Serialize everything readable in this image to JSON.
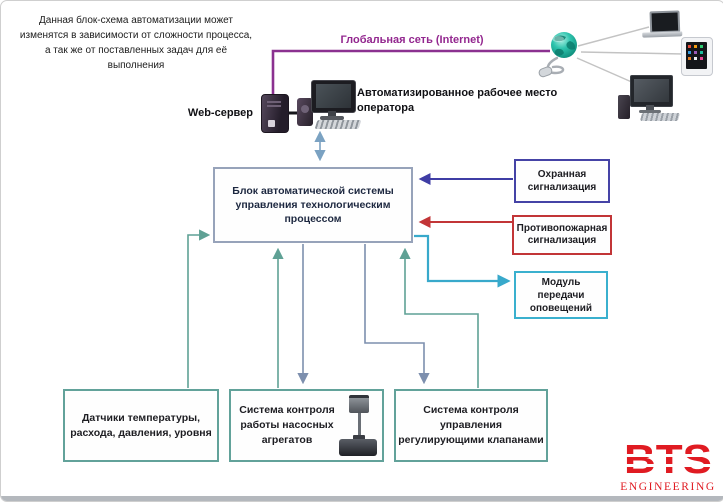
{
  "top_note": {
    "lines": [
      "Данная блок-схема автоматизации может",
      "изменятся в зависимости от сложности процесса,",
      "а так же от поставленных задач для её",
      "выполнения"
    ]
  },
  "network": {
    "internet_label": "Глобальная сеть (Internet)",
    "web_server_label": "Web-сервер",
    "workstation_label_lines": [
      "Автоматизированное рабочее место",
      "оператора"
    ]
  },
  "central_block": {
    "lines": [
      "Блок автоматической системы",
      "управления технологическим",
      "процессом"
    ]
  },
  "right_boxes": {
    "security": {
      "lines": [
        "Охранная",
        "сигнализация"
      ],
      "border_color": "#4543a6"
    },
    "fire": {
      "lines": [
        "Противопожарная",
        "сигнализация"
      ],
      "border_color": "#c23537"
    },
    "notification": {
      "lines": [
        "Модуль",
        "передачи",
        "оповещений"
      ],
      "border_color": "#3ab0ce"
    }
  },
  "bottom_boxes": {
    "sensors": {
      "lines": [
        "Датчики температуры,",
        "расхода, давления, уровня"
      ]
    },
    "pumps": {
      "lines": [
        "Система контроля",
        "работы насосных",
        "агрегатов"
      ]
    },
    "valves": {
      "lines": [
        "Система контроля",
        "управления",
        "регулирующими клапанами"
      ]
    }
  },
  "logo": {
    "name": "BTS",
    "subtitle": "ENGINEERING",
    "color": "#e01b22"
  },
  "colors": {
    "internet_line": "#8b3190",
    "teal_line": "#5fa195",
    "slate_line": "#7d8fae",
    "cyan_line": "#38a9cb",
    "indigo_line": "#3f3da5",
    "red_line": "#c23537",
    "steel_arrow": "#7ba2c2",
    "bottom_box_border": "#62a29a",
    "central_border": "#97a3ba"
  },
  "icons": {
    "web_server": "server-tower-icon",
    "operator_workstation": "desktop-computer-icon",
    "internet": "globe-icon",
    "remote_devices": [
      "laptop-icon",
      "tablet-icon",
      "desktop-computer-icon"
    ],
    "pump": "pump-icon"
  },
  "connections": [
    {
      "from": "internet-line",
      "to": "web-server",
      "color": "purple"
    },
    {
      "from": "globe",
      "to": "laptop, tablet, desktop",
      "color": "gray"
    },
    {
      "from": "workstation",
      "to": "central-block",
      "direction": "both",
      "color": "steel"
    },
    {
      "from": "security-box",
      "to": "central-block",
      "direction": "in",
      "color": "indigo"
    },
    {
      "from": "fire-box",
      "to": "central-block",
      "direction": "in",
      "color": "red"
    },
    {
      "from": "central-block",
      "to": "notification-module",
      "direction": "out",
      "color": "cyan"
    },
    {
      "from": "sensors-box",
      "to": "central-block",
      "direction": "in",
      "color": "teal"
    },
    {
      "from": "pumps-box",
      "to": "central-block",
      "direction": "both",
      "color": "teal/slate"
    },
    {
      "from": "valves-box",
      "to": "central-block",
      "direction": "both",
      "color": "teal/slate"
    }
  ]
}
